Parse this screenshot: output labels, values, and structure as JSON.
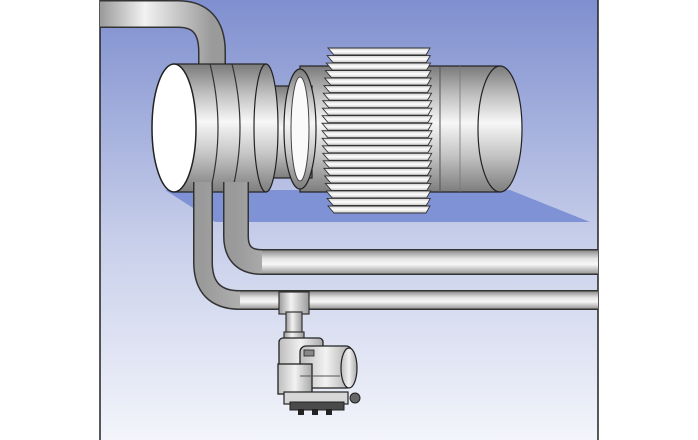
{
  "diagram": {
    "components": [
      {
        "id": "rotor-drum",
        "icon": "cylinder-icon"
      },
      {
        "id": "finned-heat-exchanger",
        "icon": "fins-icon"
      },
      {
        "id": "upper-supply-pipe",
        "icon": "pipe-icon"
      },
      {
        "id": "outer-return-pipe",
        "icon": "pipe-icon"
      },
      {
        "id": "inner-return-pipe",
        "icon": "pipe-icon"
      },
      {
        "id": "tee-junction",
        "icon": "tee-icon"
      },
      {
        "id": "steam-trap-valve",
        "icon": "valve-icon"
      }
    ],
    "colors": {
      "background_top": "#7f8fcf",
      "background_bottom": "#f3f5fb",
      "floor": "#7f92d6",
      "metal_dark": "#8a8a8a",
      "metal_light": "#f4f4f4",
      "outline": "#222222"
    }
  }
}
